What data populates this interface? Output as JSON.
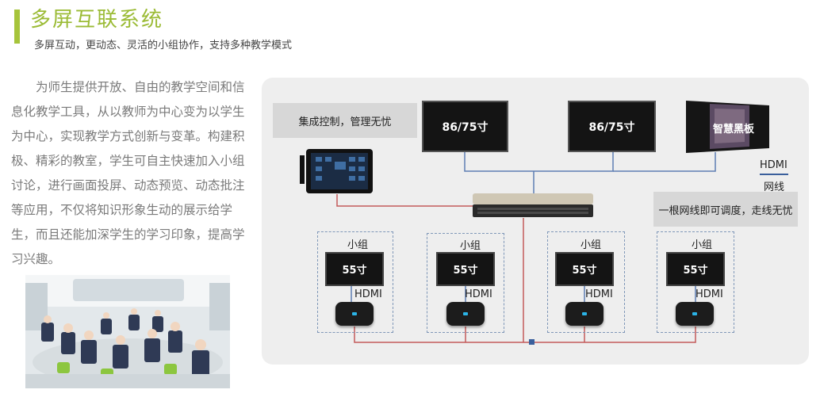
{
  "header": {
    "title": "多屏互联系统",
    "subtitle": "多屏互动，更动态、灵活的小组协作，支持多种教学模式"
  },
  "intro_text": "为师生提供开放、自由的教学空间和信息化教学工具，从以教师为中心变为以学生为中心，实现教学方式创新与变革。构建积极、精彩的教室，学生可自主快速加入小组讨论，进行画面投屏、动态预览、动态批注等应用，不仅将知识形象生动的展示给学生，而且还能加深学生的学习印象，提高学习兴趣。",
  "diagram": {
    "control_caption": "集成控制，管理无忧",
    "display_left": "86/75寸",
    "display_right": "86/75寸",
    "smart_board": "智慧黑板",
    "legend": {
      "hdmi": "HDMI",
      "network": "网线",
      "hdmi_color": "#3a5f9c",
      "network_color": "#c45a5a"
    },
    "network_caption": "一根网线即可调度，走线无忧",
    "groups": [
      {
        "label": "小组",
        "screen": "55寸",
        "link": "HDMI"
      },
      {
        "label": "小组",
        "screen": "55寸",
        "link": "HDMI"
      },
      {
        "label": "小组",
        "screen": "55寸",
        "link": "HDMI"
      },
      {
        "label": "小组",
        "screen": "55寸",
        "link": "HDMI"
      }
    ]
  }
}
